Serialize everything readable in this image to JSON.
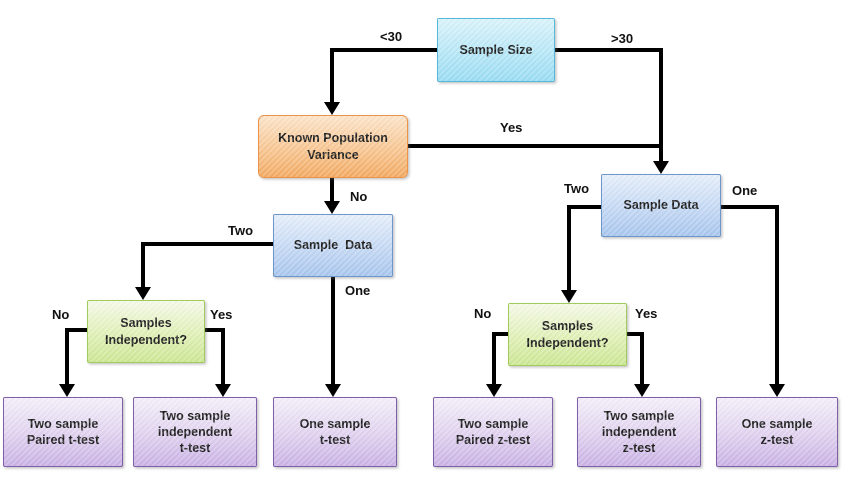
{
  "diagram": {
    "type": "flowchart",
    "topic": "Choosing between t-test and z-test by sample size",
    "nodes": {
      "sample_size": {
        "label": "Sample Size"
      },
      "known_population_variance": {
        "label": "Known Population\nVariance"
      },
      "sample_data_left": {
        "label": "Sample  Data"
      },
      "samples_independent_left": {
        "label": "Samples\nIndependent?"
      },
      "sample_data_right": {
        "label": "Sample Data"
      },
      "samples_independent_right": {
        "label": "Samples\nIndependent?"
      },
      "two_sample_paired_t": {
        "label": "Two sample\nPaired t-test"
      },
      "two_sample_independent_t": {
        "label": "Two sample\nindependent\nt-test"
      },
      "one_sample_t": {
        "label": "One sample\nt-test"
      },
      "two_sample_paired_z": {
        "label": "Two sample\nPaired z-test"
      },
      "two_sample_independent_z": {
        "label": "Two sample\nindependent\nz-test"
      },
      "one_sample_z": {
        "label": "One sample\nz-test"
      }
    },
    "edge_labels": {
      "lt30": "<30",
      "gt30": ">30",
      "yes_top": "Yes",
      "no_kpv": "No",
      "two_left": "Two",
      "one_left": "One",
      "no_left": "No",
      "yes_left": "Yes",
      "two_right": "Two",
      "one_right": "One",
      "no_right": "No",
      "yes_right": "Yes"
    },
    "colors": {
      "cyan_node": "#aee4f6",
      "orange_node": "#f8bd7f",
      "blue_node": "#b7d0f2",
      "green_node": "#d9ecaa",
      "purple_node": "#d4c1e8",
      "connector": "#000000",
      "background": "#ffffff"
    }
  }
}
